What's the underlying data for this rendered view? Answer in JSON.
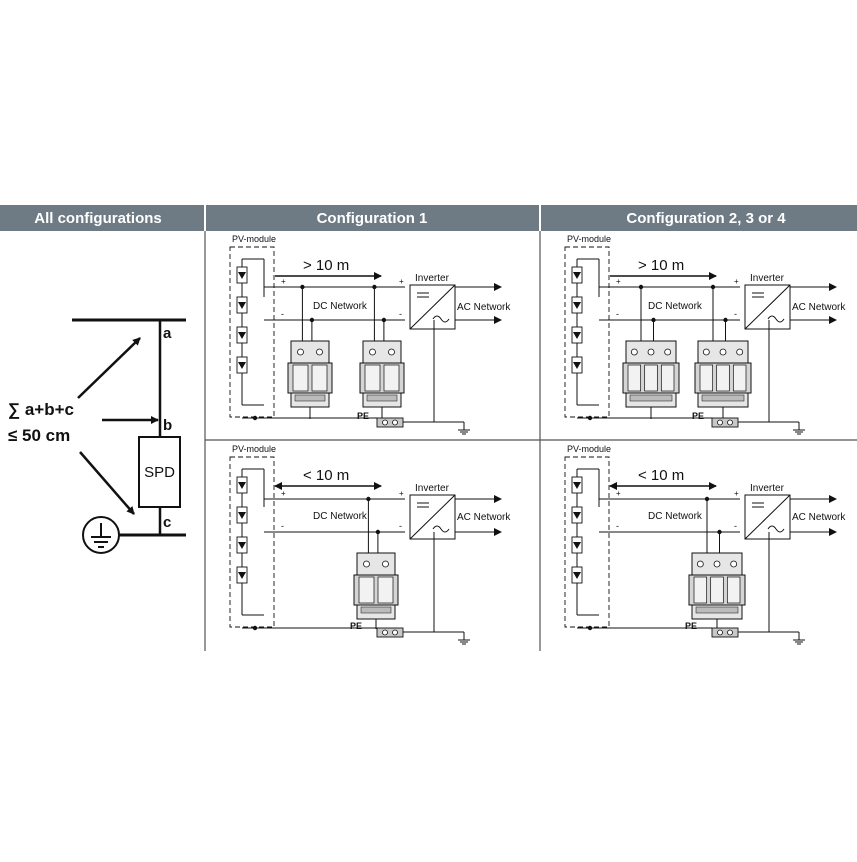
{
  "headers": {
    "all": "All configurations",
    "config1": "Configuration 1",
    "config234": "Configuration 2, 3 or 4"
  },
  "left_panel": {
    "label_a": "a",
    "label_b": "b",
    "label_c": "c",
    "spd": "SPD",
    "formula_line1": "∑ a+b+c",
    "formula_line2": "≤ 50 cm"
  },
  "panels": [
    {
      "id": "c1-top",
      "distance": "> 10 m",
      "pv": "PV-module",
      "inverter": "Inverter",
      "dc": "DC Network",
      "ac": "AC Network",
      "pe": "PE",
      "plus": "+",
      "minus": "-",
      "spds": 2,
      "poles": 2
    },
    {
      "id": "c234-top",
      "distance": "> 10 m",
      "pv": "PV-module",
      "inverter": "Inverter",
      "dc": "DC Network",
      "ac": "AC Network",
      "pe": "PE",
      "plus": "+",
      "minus": "-",
      "spds": 2,
      "poles": 3
    },
    {
      "id": "c1-bottom",
      "distance": "< 10 m",
      "pv": "PV-module",
      "inverter": "Inverter",
      "dc": "DC Network",
      "ac": "AC Network",
      "pe": "PE",
      "plus": "+",
      "minus": "-",
      "spds": 1,
      "poles": 2
    },
    {
      "id": "c234-bottom",
      "distance": "< 10 m",
      "pv": "PV-module",
      "inverter": "Inverter",
      "dc": "DC Network",
      "ac": "AC Network",
      "pe": "PE",
      "plus": "+",
      "minus": "-",
      "spds": 1,
      "poles": 3
    }
  ],
  "colors": {
    "header_bg": "#6e7b85",
    "line": "#111111",
    "grid": "#8a8a8a"
  }
}
